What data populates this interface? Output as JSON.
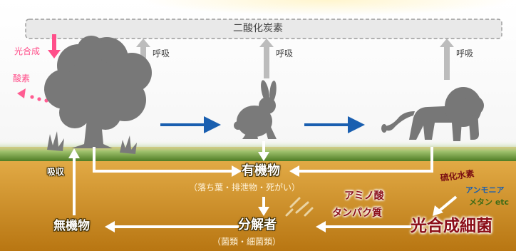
{
  "carbon_dioxide": "二酸化炭素",
  "respiration": [
    "呼吸",
    "呼吸",
    "呼吸"
  ],
  "photosynthesis": "光合成",
  "oxygen": "酸素",
  "absorption": "吸収",
  "organic_matter": "有機物",
  "organic_sources": "（落ち葉・排泄物・死がい）",
  "inorganic_matter": "無機物",
  "decomposers": "分解者",
  "decomposer_examples": "（菌類・細菌類）",
  "amino_acids": "アミノ酸",
  "proteins": "タンパク質",
  "chemosynthetic_bacteria": "光合成細菌",
  "hydrogen_sulfide": "硫化水素",
  "ammonia": "アンモニア",
  "methane_etc": "メタン etc",
  "colors": {
    "sky": "#ffffff",
    "ground_top": "#e3ad45",
    "ground_bottom": "#b77410",
    "grass": "#6d9a3f",
    "silhouette": "#787878",
    "food_chain_arrow": "#1a5fb0",
    "photosynthesis_pink": "#ff4f8a",
    "respiration_arrow": "#bdbdbd",
    "bacteria_red": "#8a0d18"
  }
}
